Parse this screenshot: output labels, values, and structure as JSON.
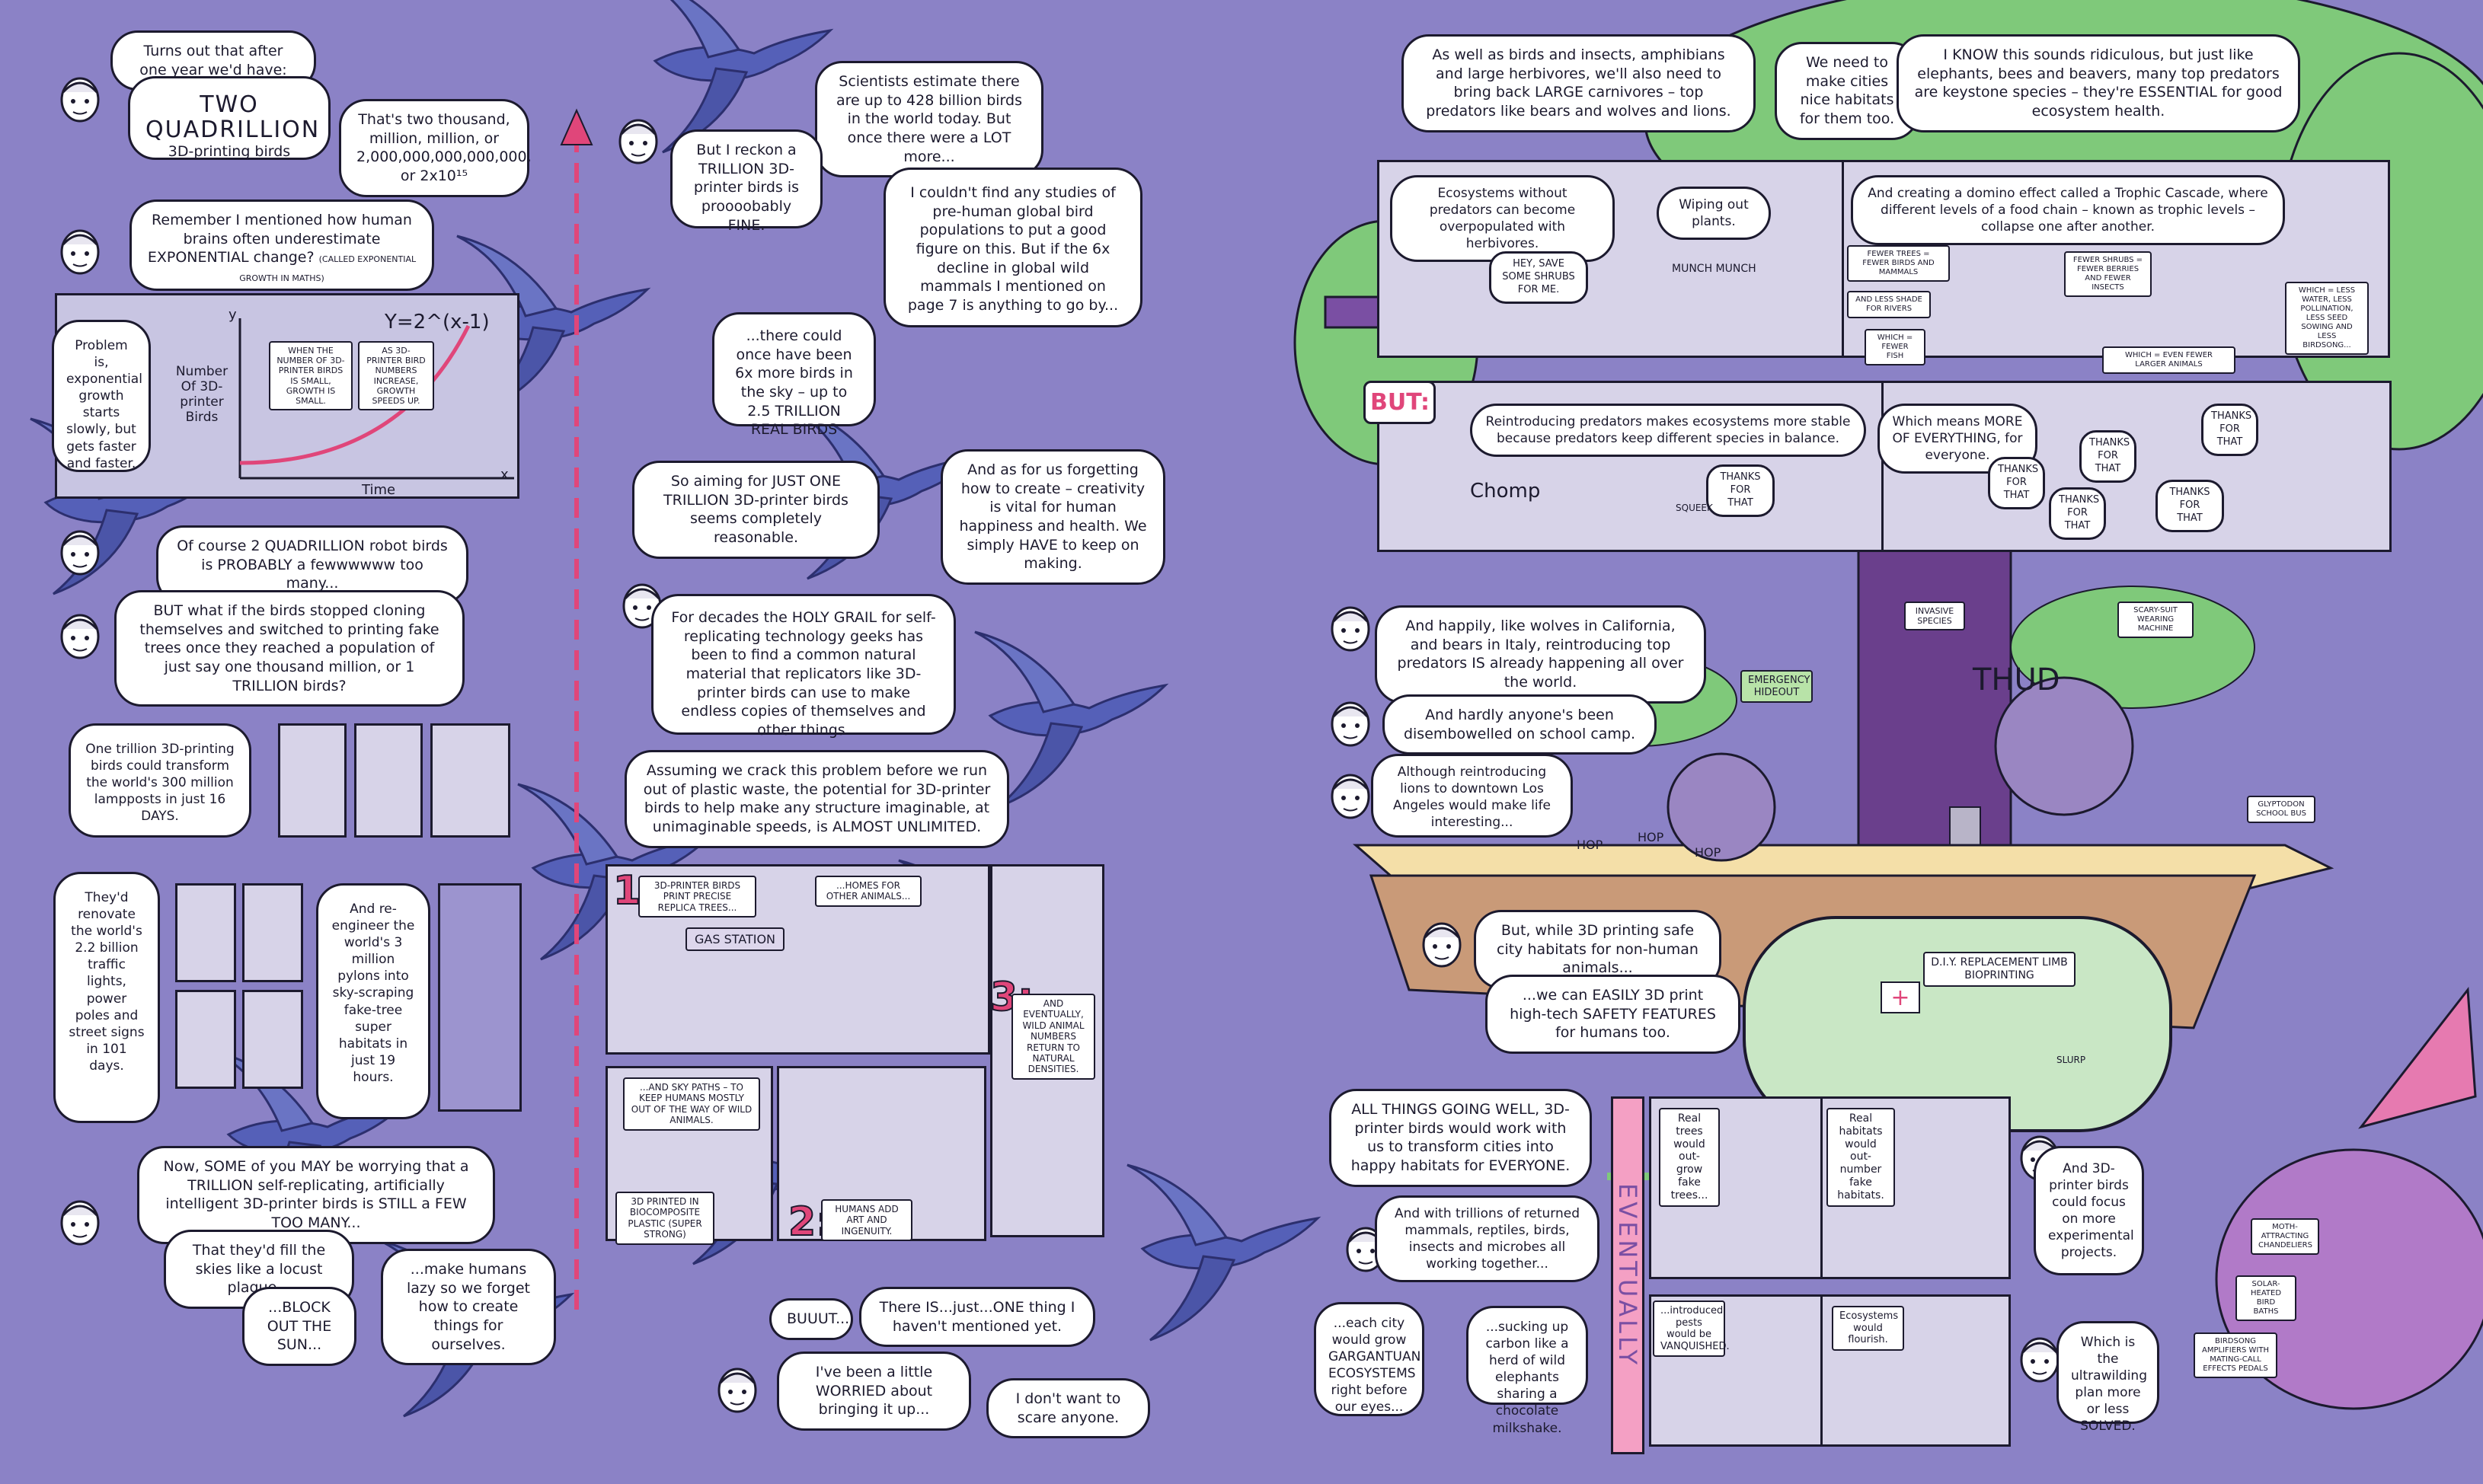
{
  "colors": {
    "background": "#8b82c6",
    "bird": "#5560b8",
    "bird_light": "#7f88cc",
    "tree": "#7fc97a",
    "pink": "#e0467a",
    "ink": "#1c1a2e",
    "purple": "#7a4fa3"
  },
  "left": {
    "intro": "Turns out that after one year we'd have:",
    "quadrillion_word": "TWO QUADRILLION",
    "quadrillion_sub": "3D-printing birds",
    "quadrillion_num": "That's two thousand, million, million, or 2,000,000,000,000,000, or 2x10¹⁵",
    "remember": "Remember I mentioned how human brains often underestimate EXPONENTIAL change?",
    "remember_note": "(CALLED EXPONENTIAL GROWTH IN MATHS)",
    "problem": "Problem is, exponential growth starts slowly, but gets faster and faster.",
    "graph": {
      "ylabel": "Number Of 3D-printer Birds",
      "xlabel": "Time",
      "y_axis": "y",
      "x_axis": "x",
      "formula": "Y=2^(x-1)",
      "note_small": "WHEN THE NUMBER OF 3D-PRINTER BIRDS IS SMALL, GROWTH IS SMALL.",
      "note_big": "AS 3D-PRINTER BIRD NUMBERS INCREASE, GROWTH SPEEDS UP."
    },
    "probably": "Of course 2 QUADRILLION robot birds is PROBABLY a fewwwwww too many...",
    "but_what": "BUT what if the birds stopped cloning themselves and switched to printing fake trees once they reached a population of just say one thousand million, or 1 TRILLION birds?",
    "lampposts": "One trillion 3D-printing birds could transform the world's 300 million lampposts in just 16 DAYS.",
    "traffic": "They'd renovate the world's 2.2 billion traffic lights, power poles and street signs in 101 days.",
    "pylons": "And re-engineer the world's 3 million pylons into sky-scraping fake-tree super habitats in just 19 hours.",
    "worrying": "Now, SOME of you MAY be worrying that a TRILLION self-replicating, artificially intelligent 3D-printer birds is STILL a FEW TOO MANY...",
    "locust": "That they'd fill the skies like a locust plague...",
    "block_sun": "...BLOCK OUT THE SUN...",
    "lazy": "...make humans lazy so we forget how to create things for ourselves."
  },
  "middle": {
    "scientists": "Scientists estimate there are up to 428 billion birds in the world today. But once there were a LOT more...",
    "trillion_fine": "But I reckon a TRILLION 3D-printer birds is proooobably FINE.",
    "studies": "I couldn't find any studies of pre-human global bird populations to put a good figure on this. But if the 6x decline in global wild mammals I mentioned on page 7 is anything to go by...",
    "six_x": "...there could once have been 6x more birds in the sky – up to 2.5 TRILLION REAL BIRDS",
    "aiming": "So aiming for JUST ONE TRILLION 3D-printer birds seems completely reasonable.",
    "creativity": "And as for us forgetting how to create – creativity is vital for human happiness and health. We simply HAVE to keep on making.",
    "holy_grail": "For decades the HOLY GRAIL for self-replicating technology geeks has been to find a common natural material that replicators like 3D-printer birds can use to make endless copies of themselves and other things.",
    "assuming": "Assuming we crack this problem before we run out of plastic waste, the potential for 3D-printer birds to help make any structure imaginable, at unimaginable speeds, is ALMOST UNLIMITED.",
    "panels": {
      "n1": "1:",
      "p1": "3D-PRINTER BIRDS PRINT PRECISE REPLICA TREES...",
      "p1b": "...HOMES FOR OTHER ANIMALS...",
      "gas": "GAS STATION",
      "n3": "3:",
      "p3": "AND EVENTUALLY, WILD ANIMAL NUMBERS RETURN TO NATURAL DENSITIES.",
      "sky": "...AND SKY PATHS – TO KEEP HUMANS MOSTLY OUT OF THE WAY OF WILD ANIMALS.",
      "bio": "3D PRINTED IN BIOCOMPOSITE PLASTIC (SUPER STRONG)",
      "n2": "2:",
      "p2": "HUMANS ADD ART AND INGENUITY."
    },
    "buuut": "BUUUT...",
    "one_thing": "There IS...just...ONE thing I haven't mentioned yet.",
    "worried": "I've been a little WORRIED about bringing it up...",
    "scare": "I don't want to scare anyone."
  },
  "right": {
    "amphibians": "As well as birds and insects, amphibians and large herbivores, we'll also need to bring back LARGE carnivores – top predators like bears and wolves and lions.",
    "nice_habitats": "We need to make cities nice habitats for them too.",
    "ridiculous": "I KNOW this sounds ridiculous, but just like elephants, bees and beavers, many top predators are keystone species – they're ESSENTIAL for good ecosystem health.",
    "without_predators": "Ecosystems without predators can become overpopulated with herbivores.",
    "wiping": "Wiping out plants.",
    "trophic": "And creating a domino effect called a Trophic Cascade, where different levels of a food chain – known as trophic levels – collapse one after another.",
    "tiny": {
      "save_shrubs": "HEY, SAVE SOME SHRUBS FOR ME.",
      "munch": "MUNCH MUNCH",
      "fewer_trees": "FEWER TREES = FEWER BIRDS AND MAMMALS",
      "less_shade": "AND LESS SHADE FOR RIVERS",
      "fewer_fish": "WHICH = FEWER FISH",
      "fewer_shrubs": "FEWER SHRUBS = FEWER BERRIES AND FEWER INSECTS",
      "larger": "WHICH = EVEN FEWER LARGER ANIMALS",
      "less_water": "WHICH = LESS WATER, LESS POLLINATION, LESS SEED SOWING AND LESS BIRDSONG...",
      "chomp": "Chomp",
      "thanks1": "THANKS FOR THAT",
      "squeek": "SQUEEK",
      "thanks2": "THANKS FOR THAT",
      "thanks3": "THANKS FOR THAT",
      "thanks4": "THANKS FOR THAT",
      "thanks5": "THANKS FOR THAT",
      "thanks6": "THANKS FOR THAT"
    },
    "but": "BUT:",
    "reintro": "Reintroducing predators makes ecosystems more stable because predators keep different species in balance.",
    "more_everything": "Which means MORE OF EVERYTHING, for everyone.",
    "wolves": "And happily, like wolves in California, and bears in Italy, reintroducing top predators IS already happening all over the world.",
    "invasive": "INVASIVE SPECIES",
    "scary_suit": "SCARY-SUIT WEARING MACHINE",
    "emergency": "EMERGENCY HIDEOUT",
    "thud": "THUD",
    "disembowelled": "And hardly anyone's been disembowelled on school camp.",
    "lions": "Although reintroducing lions to downtown Los Angeles would make life interesting...",
    "hop": "HOP",
    "glyptodon": "GLYPTODON SCHOOL BUS",
    "safe_city": "But, while 3D printing safe city habitats for non-human animals...",
    "easily": "...we can EASILY 3D print high-tech SAFETY FEATURES for humans too.",
    "diy": "D.I.Y.",
    "limb": "REPLACEMENT LIMB BIOPRINTING",
    "slurp": "SLURP",
    "all_things": "ALL THINGS GOING WELL, 3D-printer birds would work with us to transform cities into happy habitats for EVERYONE.",
    "eventually": "EVENTUALLY",
    "trillions": "And with trillions of returned mammals, reptiles, birds, insects and microbes all working together...",
    "gargantuan": "...each city would grow GARGANTUAN ECOSYSTEMS right before our eyes...",
    "carbon": "...sucking up carbon like a herd of wild elephants sharing a chocolate milkshake.",
    "real_trees": "Real trees would out-grow fake trees...",
    "real_habitats": "Real habitats would out-number fake habitats.",
    "pests": "...introduced pests would be VANQUISHED.",
    "flourish": "Ecosystems would flourish.",
    "experimental": "And 3D-printer birds could focus on more experimental projects.",
    "moth": "MOTH-ATTRACTING CHANDELIERS",
    "solar": "SOLAR-HEATED BIRD BATHS",
    "amplifiers": "BIRDSONG AMPLIFIERS WITH MATING-CALL EFFECTS PEDALS",
    "solved": "Which is the ultrawilding plan more or less SOLVED."
  }
}
